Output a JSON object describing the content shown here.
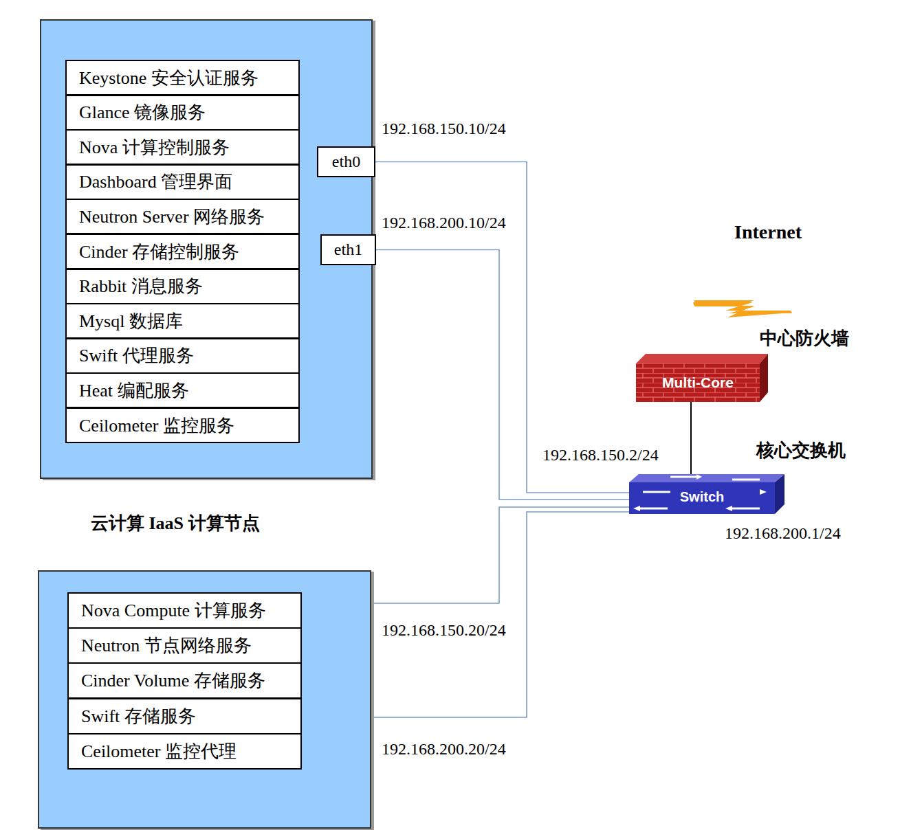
{
  "diagram": {
    "nodes": [
      {
        "text": []
      },
      {
        "text": [
          "Keystone 安全认证服务"
        ],
        "in": 0
      },
      {
        "text": [
          "Glance 镜像服务"
        ],
        "in": 0
      },
      {
        "text": [
          "Nova 计算控制服务"
        ],
        "in": 0
      },
      {
        "text": [
          "Dashboard 管理界面"
        ],
        "in": 0
      },
      {
        "text": [
          "Neutron Server 网络服务"
        ],
        "in": 0
      },
      {
        "text": [
          "Cinder 存储控制服务"
        ],
        "in": 0
      },
      {
        "text": [
          "Rabbit 消息服务"
        ],
        "in": 0
      },
      {
        "text": [
          "Mysql 数据库"
        ],
        "in": 0
      },
      {
        "text": [
          "Swift  代理服务"
        ],
        "in": 0
      },
      {
        "text": [
          "Heat 编配服务"
        ],
        "in": 0
      },
      {
        "text": [
          "Ceilometer  监控服务"
        ],
        "in": 0
      },
      {
        "text": [
          "eth0"
        ],
        "in": 0
      },
      {
        "text": [
          "eth1"
        ],
        "in": 0
      },
      {
        "text": [
          "云计算 IaaS 计算节点"
        ]
      },
      {
        "text": [
          "Nova Compute 计算服务"
        ],
        "in": 14
      },
      {
        "text": [
          "Neutron 节点网络服务"
        ],
        "in": 14
      },
      {
        "text": [
          "Cinder Volume 存储服务"
        ],
        "in": 14
      },
      {
        "text": [
          "Swift  存储服务"
        ],
        "in": 14
      },
      {
        "text": [
          "Ceilometer 监控代理"
        ],
        "in": 14
      },
      {
        "text": [
          "Switch",
          "核心交换机"
        ]
      },
      {
        "text": [
          "Multi-Core",
          "中心防火墙"
        ]
      }
    ],
    "edges": [
      {
        "from": 12,
        "to": 20,
        "arrow": "none",
        "label": "192.168.150.10/24"
      },
      {
        "from": 13,
        "to": 20,
        "arrow": "none",
        "label": "192.168.200.10/24"
      },
      {
        "from": 14,
        "to": 20,
        "arrow": "none",
        "label": "192.168.150.20/24"
      },
      {
        "from": 14,
        "to": 20,
        "arrow": "none",
        "label": "192.168.200.20/24"
      },
      {
        "from": 21,
        "to": 20,
        "arrow": "none",
        "label": "192.168.150.2/24"
      }
    ],
    "labels": [
      "Internet",
      "192.168.200.1/24"
    ]
  }
}
